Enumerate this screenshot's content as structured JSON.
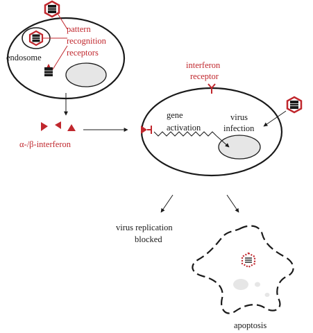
{
  "colors": {
    "accent_red": "#c0272d",
    "ink": "#1a1a1a",
    "nucleus_fill": "#e6e6e6",
    "virus_core": "#1a1a1a"
  },
  "labels": {
    "prr_line1": "pattern",
    "prr_line2": "recognition",
    "prr_line3": "receptors",
    "endosome": "endosome",
    "interferon": "α-/β-interferon",
    "interferon_receptor_line1": "interferon",
    "interferon_receptor_line2": "receptor",
    "gene_line1": "gene",
    "gene_line2": "activation",
    "virus_line1": "virus",
    "virus_line2": "infection",
    "blocked_line1": "virus replication",
    "blocked_line2": "blocked",
    "apoptosis": "apoptosis"
  },
  "icons": {
    "virus": "hexagon-virus-icon",
    "receptor": "y-receptor-icon",
    "interferon_molecule": "triangle-molecule-icon",
    "degraded_virus": "dotted-virus-fragment-icon"
  }
}
